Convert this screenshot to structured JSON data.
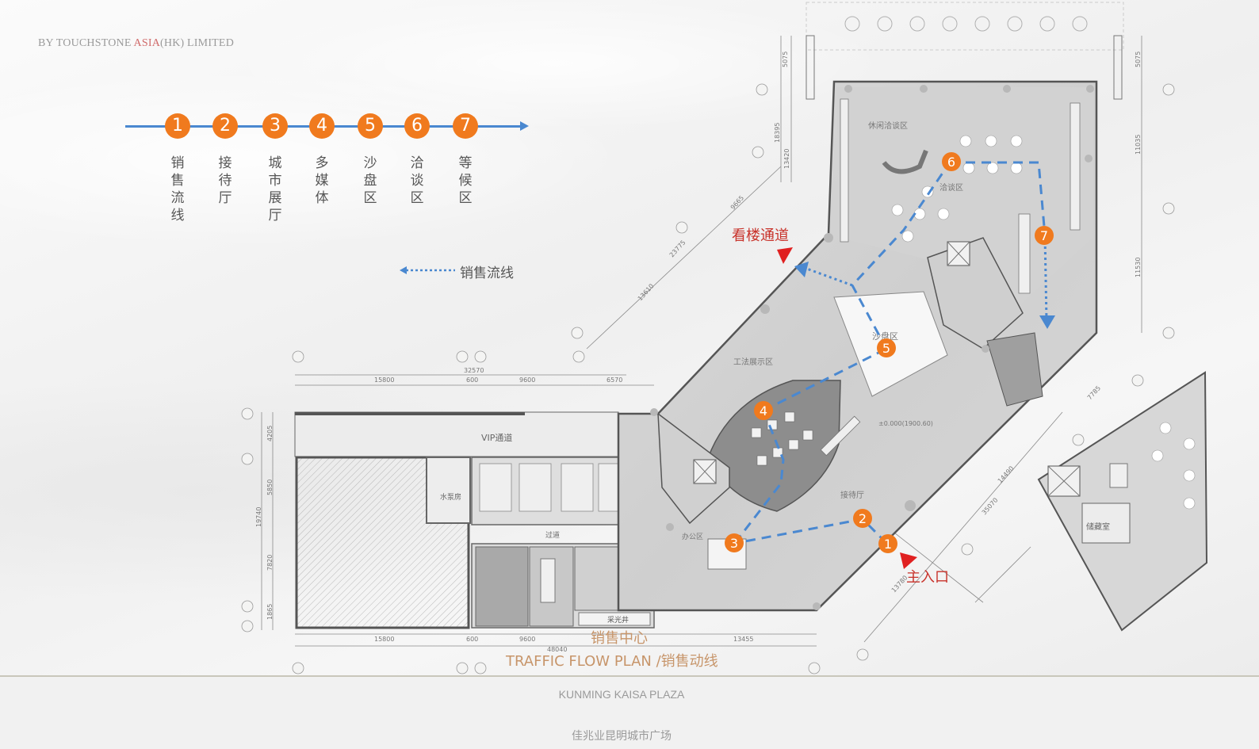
{
  "brand": {
    "prefix": "BY TOUCHSTONE ",
    "highlight": "ASIA",
    "suffix": "(HK)  LIMITED"
  },
  "legend": {
    "steps": [
      {
        "num": "1",
        "label": "销售流线"
      },
      {
        "num": "2",
        "label": "接待厅"
      },
      {
        "num": "3",
        "label": "城市展厅"
      },
      {
        "num": "4",
        "label": "多媒体"
      },
      {
        "num": "5",
        "label": "沙盘区"
      },
      {
        "num": "6",
        "label": "洽谈区"
      },
      {
        "num": "7",
        "label": "等候区"
      }
    ],
    "dotted_label": "销售流线"
  },
  "plan": {
    "labels": {
      "view_passage": "看楼通道",
      "main_entrance": "主入口",
      "vip": "VIP通道",
      "water_pump": "水泵房",
      "reception": "接待厅",
      "sand_table": "沙盘区",
      "negotiation": "洽谈区",
      "leisure": "休闲洽谈区",
      "art": "工法展示区",
      "elevation": "±0.000(1900.60)",
      "storage": "储藏室",
      "office": "办公区",
      "corridor": "过道",
      "skylight": "采光井"
    },
    "dims_top": [
      "15800",
      "600",
      "9600",
      "6570"
    ],
    "dims_top_total": "32570",
    "dims_bottom": [
      "15800",
      "600",
      "9600",
      "13455"
    ],
    "dims_bottom_total": "48040",
    "dims_left": [
      "4205",
      "5850",
      "7820",
      "1865"
    ],
    "dims_left_total": "19740",
    "dims_right": [
      "5075",
      "11035",
      "11530"
    ],
    "dims_right2": [
      "5075",
      "18395",
      "13420"
    ],
    "dims_diag": [
      "9665",
      "23775",
      "13610",
      "7785",
      "14490",
      "35070",
      "13780"
    ]
  },
  "title": {
    "cn": "销售中心",
    "en": "TRAFFIC FLOW PLAN /销售动线"
  },
  "footer": {
    "en": "KUNMING KAISA PLAZA",
    "cn": "佳兆业昆明城市广场"
  },
  "colors": {
    "orange": "#f07a1e",
    "blue": "#4a88d0",
    "red": "#e02020"
  }
}
